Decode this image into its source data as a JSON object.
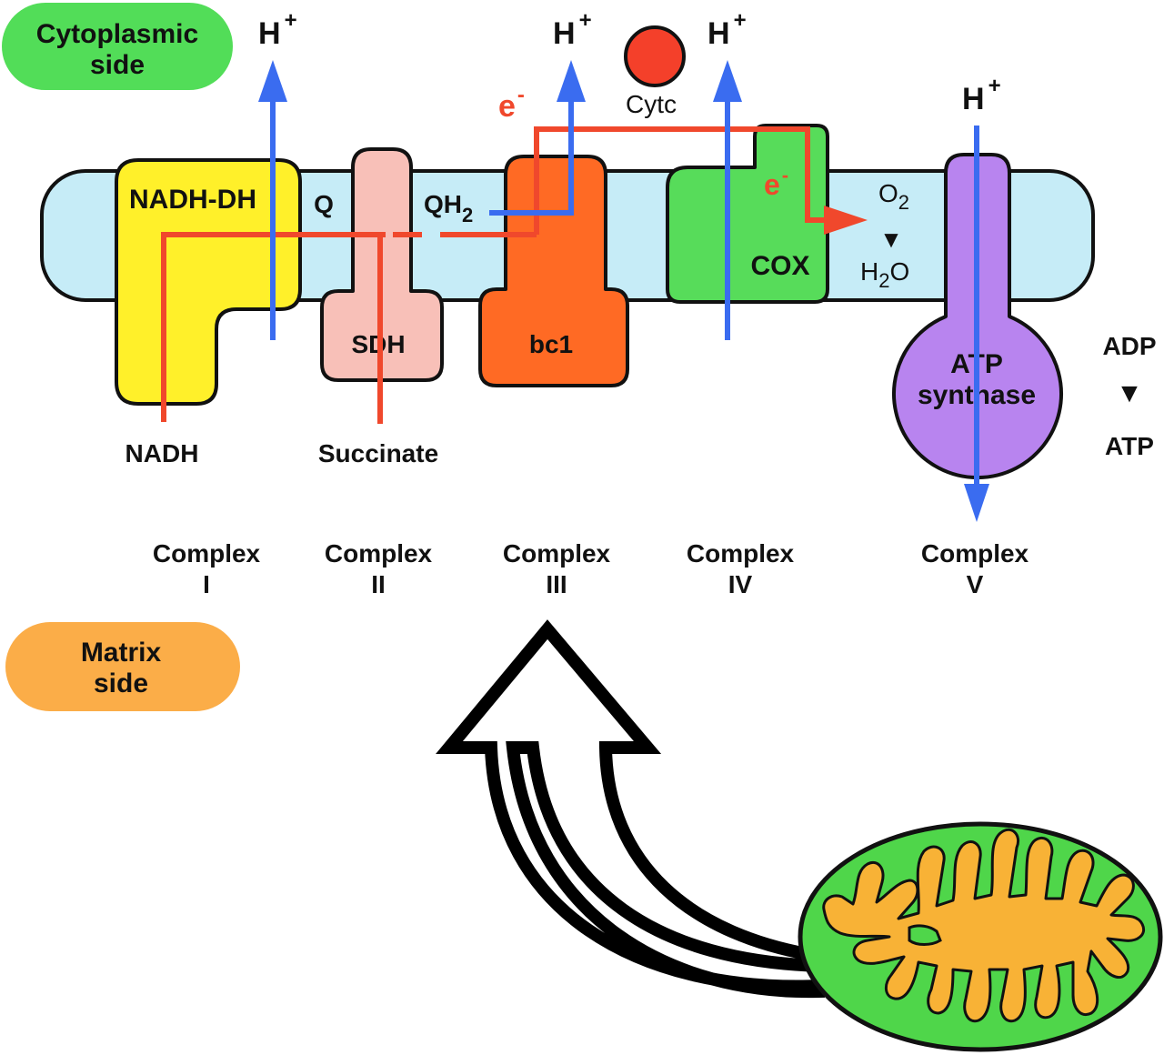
{
  "side_labels": {
    "cytoplasmic_line1": "Cytoplasmic",
    "cytoplasmic_line2": "side",
    "matrix_line1": "Matrix",
    "matrix_line2": "side"
  },
  "proton": {
    "base": "H",
    "sup": "+"
  },
  "electron": {
    "base": "e",
    "sup": "-"
  },
  "components": {
    "nadh_dh": "NADH-DH",
    "q": "Q",
    "qh2_base": "QH",
    "qh2_sub": "2",
    "sdh": "SDH",
    "bc1": "bc1",
    "cytc": "Cytc",
    "cox": "COX",
    "atp_synthase_line1": "ATP",
    "atp_synthase_line2": "synthase"
  },
  "reaction": {
    "o2_base": "O",
    "o2_sub": "2",
    "h2o_h": "H",
    "h2o_sub": "2",
    "h2o_o": "O",
    "adp": "ADP",
    "atp": "ATP",
    "arrow": "▼"
  },
  "substrates": {
    "nadh": "NADH",
    "succinate": "Succinate"
  },
  "complexes": [
    {
      "word": "Complex",
      "numeral": "I"
    },
    {
      "word": "Complex",
      "numeral": "II"
    },
    {
      "word": "Complex",
      "numeral": "III"
    },
    {
      "word": "Complex",
      "numeral": "IV"
    },
    {
      "word": "Complex",
      "numeral": "V"
    }
  ],
  "colors": {
    "membrane": "#c6ecf7",
    "complex_i": "#fff02a",
    "complex_ii": "#f8c0b8",
    "complex_iii": "#ff6a24",
    "complex_iv": "#57dc5a",
    "complex_v": "#b884ef",
    "cytc": "#f4402a",
    "proton_arrow": "#3a6cf0",
    "electron_path": "#f0482c",
    "cytoplasmic_pill": "#52dd58",
    "matrix_pill": "#fbad48",
    "mito_outer": "#4fd64a",
    "mito_inner": "#f8b236"
  }
}
